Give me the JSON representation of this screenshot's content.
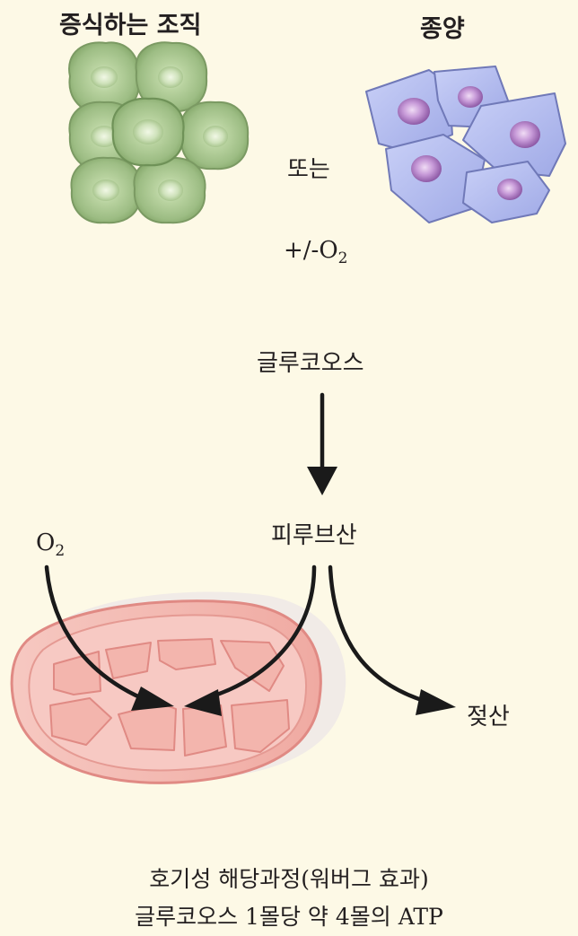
{
  "labels": {
    "proliferating_tissue": "증식하는 조직",
    "tumor": "종양",
    "or": "또는",
    "oxygen_condition": "+/-O",
    "oxygen_condition_subscript": "2",
    "glucose": "글루코오스",
    "pyruvate": "피루브산",
    "oxygen": "O",
    "oxygen_subscript": "2",
    "lactate": "젖산"
  },
  "caption": {
    "line1": "호기성 해당과정(워버그 효과)",
    "line2": "글루코오스 1몰당 약 4몰의 ATP"
  },
  "colors": {
    "background": "#fdf9e6",
    "healthy_cell_fill": "#a3c28a",
    "healthy_cell_outline": "#6f9258",
    "tumor_cell_fill": "#b3bdf0",
    "tumor_cell_outline": "#6f77b8",
    "tumor_nucleus": "#b07fc4",
    "mitochondrion_fill": "#f4b9b2",
    "mitochondrion_outline": "#d96b68",
    "arrow": "#1a1a1a"
  }
}
